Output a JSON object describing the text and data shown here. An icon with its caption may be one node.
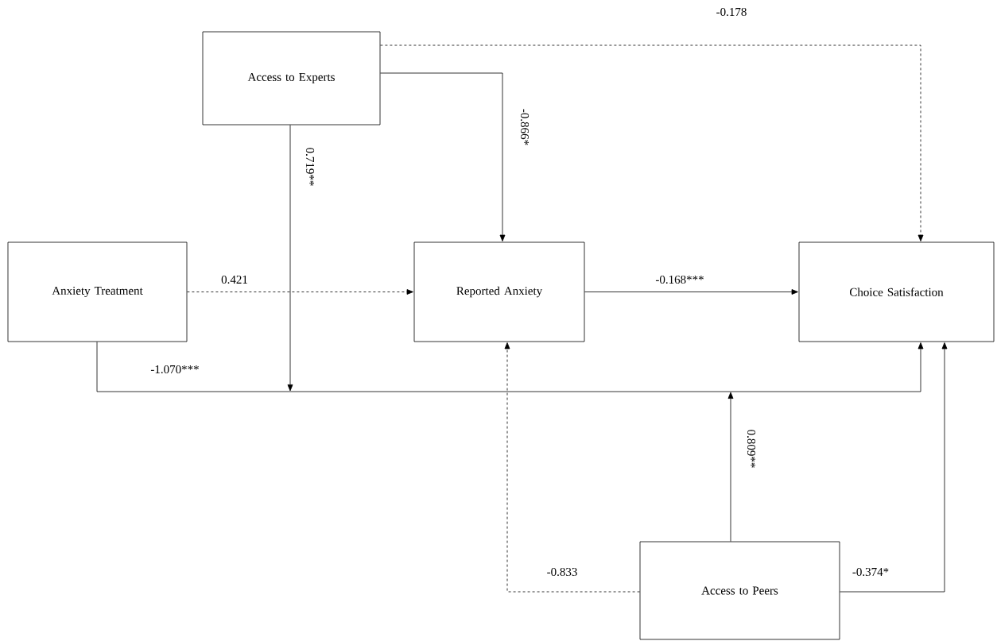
{
  "diagram": {
    "nodes": [
      {
        "text": [
          "Access to Experts"
        ]
      },
      {
        "text": [
          "Anxiety Treatment"
        ]
      },
      {
        "text": [
          "Reported Anxiety"
        ]
      },
      {
        "text": [
          "Choice Satisfaction"
        ]
      },
      {
        "text": [
          "Access to Peers"
        ]
      }
    ],
    "edges": [
      {
        "from": 0,
        "to": 3,
        "arrow": "to",
        "style": "dashed",
        "label": "-0.178"
      },
      {
        "from": 0,
        "to": 2,
        "arrow": "to",
        "label": "-0.866*"
      },
      {
        "from": 0,
        "to": null,
        "arrow": "to",
        "label": "0.719**"
      },
      {
        "from": 1,
        "to": 2,
        "arrow": "to",
        "style": "dashed",
        "label": "0.421"
      },
      {
        "from": 2,
        "to": 3,
        "arrow": "to",
        "label": "-0.168***"
      },
      {
        "from": 1,
        "to": 3,
        "arrow": "to",
        "label": "-1.070***"
      },
      {
        "from": 4,
        "to": null,
        "arrow": "to",
        "label": "0.809**"
      },
      {
        "from": 4,
        "to": 2,
        "arrow": "to",
        "style": "dashed",
        "label": "-0.833"
      },
      {
        "from": 4,
        "to": 3,
        "arrow": "to",
        "label": "-0.374*"
      }
    ]
  }
}
